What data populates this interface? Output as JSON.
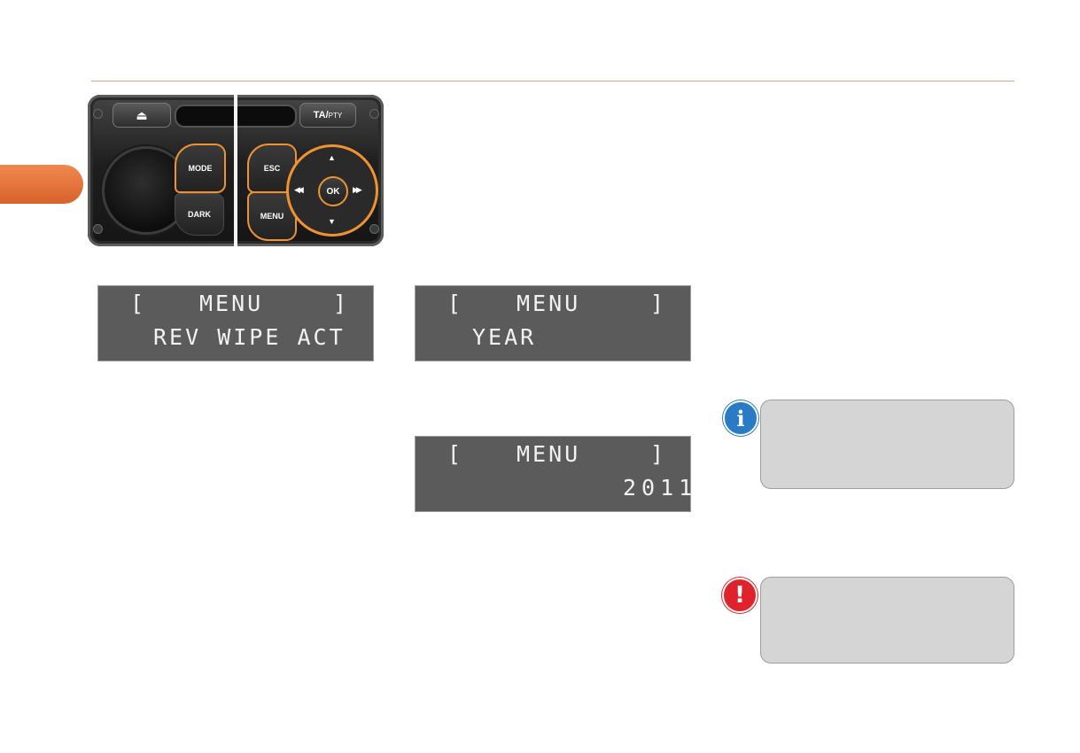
{
  "panel": {
    "eject_glyph": "⏏",
    "ta_label": "TA/",
    "pty_label": "PTY",
    "mode_label": "MODE",
    "dark_label": "DARK",
    "esc_label": "ESC",
    "menu_label": "MENU",
    "ok_label": "OK",
    "arrow_up": "▲",
    "arrow_down": "▼",
    "arrow_left": "◀◀",
    "arrow_right": "▶▶",
    "accent_color": "#f09232"
  },
  "displays": [
    {
      "bracket_left": "[",
      "title": "MENU",
      "bracket_right": "]",
      "line2": "REV WIPE ACT"
    },
    {
      "bracket_left": "[",
      "title": "MENU",
      "bracket_right": "]",
      "line2": "YEAR"
    },
    {
      "bracket_left": "[",
      "title": "MENU",
      "bracket_right": "]",
      "line2": "2011"
    }
  ],
  "notes": {
    "info_glyph": "i",
    "warning_glyph": "!",
    "info_color": "#2a7bc5",
    "warning_color": "#e0232b"
  },
  "colors": {
    "tab": "#e06a32",
    "rule": "#d9a882",
    "lcd_bg": "#5b5b5b",
    "note_bg": "#d5d5d5"
  }
}
